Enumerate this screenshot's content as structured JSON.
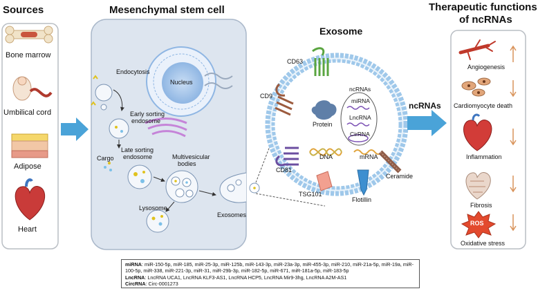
{
  "titles": {
    "sources": "Sources",
    "msc": "Mesenchymal stem cell",
    "exosome": "Exosome",
    "functions_line1": "Therapeutic functions",
    "functions_line2": "of ncRNAs"
  },
  "sources": [
    "Bone marrow",
    "Umbilical cord",
    "Adipose",
    "Heart"
  ],
  "cell_labels": {
    "nucleus": "Nucleus",
    "endocytosis": "Endocytosis",
    "early_line1": "Early sorting",
    "early_line2": "endosome",
    "cargo": "Cargo",
    "late_line1": "Late sorting",
    "late_line2": "endosome",
    "mvb_line1": "Multivesicular",
    "mvb_line2": "bodies",
    "lysosome": "Lysosome",
    "exosomes": "Exosomes"
  },
  "exosome_labels": {
    "cd63": "CD63",
    "cd9": "CD9",
    "cd81": "CD81",
    "ncrnas": "ncRNAs",
    "mirna": "miRNA",
    "lncrna": "LncRNA",
    "circrna": "CirRNA",
    "protein": "Protein",
    "dna": "DNA",
    "mrna": "mRNA",
    "tsg101": "TSG101",
    "flotillin": "Flotillin",
    "ceramide": "Ceramide"
  },
  "arrow_label": "ncRNAs",
  "functions": [
    {
      "label": "Angiogenesis",
      "direction": "up",
      "arrow": "↑"
    },
    {
      "label": "Cardiomyocyte death",
      "direction": "down",
      "arrow": "↓"
    },
    {
      "label": "Inflammation",
      "direction": "down",
      "arrow": "↓"
    },
    {
      "label": "Fibrosis",
      "direction": "down",
      "arrow": "↓"
    },
    {
      "label": "Oxidative stress",
      "direction": "down",
      "arrow": "↓"
    }
  ],
  "ros_badge": "ROS",
  "legend": {
    "mirna_key": "miRNA",
    "mirna_list": ": miR-150-5p, miR-185, miR-25-3p, miR-125b, miR-143-3p, miR-23a-3p, miR-455-3p, miR-210, miR-21a-5p, miR-19a, miR-100-5p, miR-338, miR-221-3p, miR-31, miR-29b-3p, miR-182-5p, miR-671, miR-181a-5p, miR-183-5p",
    "lncrna_key": "LncRNA",
    "lncrna_list": ": LncRNA UCA1, LncRNA KLF3-AS1, LncRNA HCP5, LncRNA Mir9-3hg, LncRNA A2M-AS1",
    "circrna_key": "CircRNA",
    "circrna_list": ": Circ-0001273"
  },
  "colors": {
    "arrow_blue": "#4aa3d8",
    "panel_border": "#b9bec4",
    "cell_fill": "#dde5ef",
    "membrane": "#9fc8ea",
    "up_down_arrow": "#d9935a",
    "nucleus_fill": "#a7c6ea"
  },
  "icons": [
    "bone-icon",
    "fetus-cord-icon",
    "fat-tissue-icon",
    "heart-icon",
    "vessel-icon",
    "cardiomyocyte-icon",
    "heart-inflamed-icon",
    "fibrotic-heart-icon",
    "ros-burst-icon"
  ]
}
